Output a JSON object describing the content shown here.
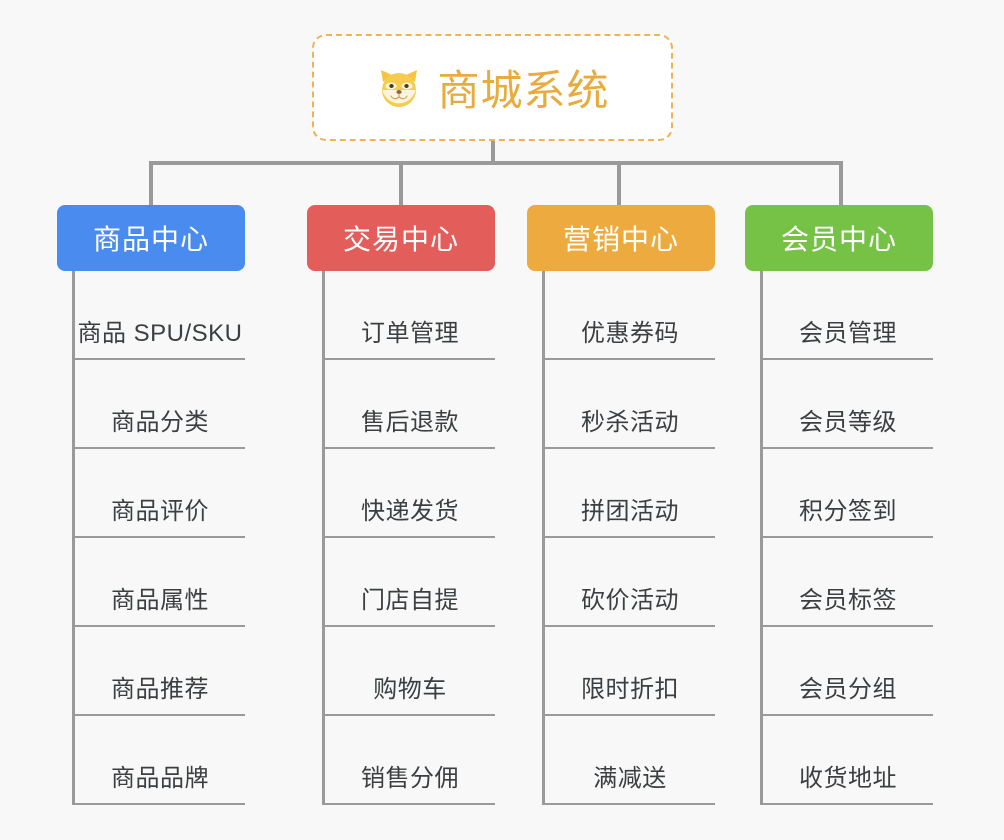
{
  "canvas": {
    "background": "#f8f8f8",
    "line_color": "#9a9a9a"
  },
  "root": {
    "icon": "shiba-dog-face-emoji",
    "emoji": "🐶",
    "title": "商城系统",
    "title_color": "#e8ab3d",
    "border_color": "#efb254",
    "background": "#ffffff"
  },
  "columns": [
    {
      "id": "product-center",
      "title": "商品中心",
      "color": "#4a8bf0",
      "items": [
        "商品 SPU/SKU",
        "商品分类",
        "商品评价",
        "商品属性",
        "商品推荐",
        "商品品牌"
      ]
    },
    {
      "id": "trade-center",
      "title": "交易中心",
      "color": "#e35d5b",
      "items": [
        "订单管理",
        "售后退款",
        "快递发货",
        "门店自提",
        "购物车",
        "销售分佣"
      ]
    },
    {
      "id": "marketing-center",
      "title": "营销中心",
      "color": "#edab3f",
      "items": [
        "优惠券码",
        "秒杀活动",
        "拼团活动",
        "砍价活动",
        "限时折扣",
        "满减送"
      ]
    },
    {
      "id": "member-center",
      "title": "会员中心",
      "color": "#76c247",
      "items": [
        "会员管理",
        "会员等级",
        "积分签到",
        "会员标签",
        "会员分组",
        "收货地址"
      ]
    }
  ]
}
